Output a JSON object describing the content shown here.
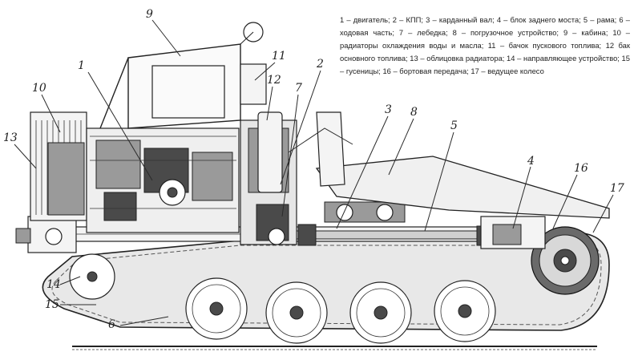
{
  "legend_text": "1 – двигатель; 2 – КПП; 3 – карданный вал; 4 – блок заднего моста; 5 – рама; 6 – ходовая часть; 7 – лебедка; 8 – погрузочное устройство; 9 – кабина; 10 – радиаторы охлаждения воды и масла; 11 – бачок пускового топлива; 12 бак основного топлива; 13 – облицовка радиатора; 14 – направляющее устройство; 15 – гусеницы; 16 – бортовая передача; 17 – ведущее колесо",
  "callouts": {
    "n1": "1",
    "n2": "2",
    "n3": "3",
    "n4": "4",
    "n5": "5",
    "n6": "6",
    "n7": "7",
    "n8": "8",
    "n9": "9",
    "n10": "10",
    "n11": "11",
    "n12": "12",
    "n13": "13",
    "n14": "14",
    "n15": "15",
    "n16": "16",
    "n17": "17"
  }
}
